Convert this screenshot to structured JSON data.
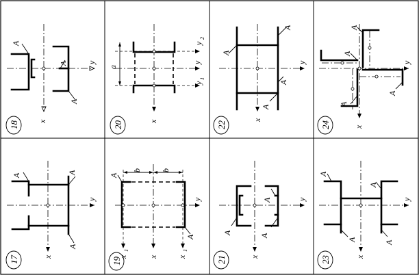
{
  "panels": [
    {
      "number": "18",
      "labels": {
        "x": "x",
        "y": "y",
        "A": "A"
      }
    },
    {
      "number": "20",
      "labels": {
        "x": "x",
        "y": "y",
        "y1": "y",
        "y1sub": "1",
        "y2": "y",
        "y2sub": "2",
        "a": "a"
      }
    },
    {
      "number": "22",
      "labels": {
        "x": "x",
        "y": "y",
        "A": "A"
      }
    },
    {
      "number": "24",
      "labels": {
        "x": "x",
        "y": "y",
        "A": "A"
      }
    },
    {
      "number": "17",
      "labels": {
        "x": "x",
        "y": "y",
        "A": "A"
      }
    },
    {
      "number": "19",
      "labels": {
        "x": "x",
        "y": "y",
        "x1": "x",
        "x1sub": "1",
        "b": "b",
        "A": "A"
      }
    },
    {
      "number": "21",
      "labels": {
        "x": "x",
        "y": "y",
        "A": "A"
      }
    },
    {
      "number": "23",
      "labels": {
        "x": "x",
        "y": "y",
        "A": "A"
      }
    }
  ]
}
